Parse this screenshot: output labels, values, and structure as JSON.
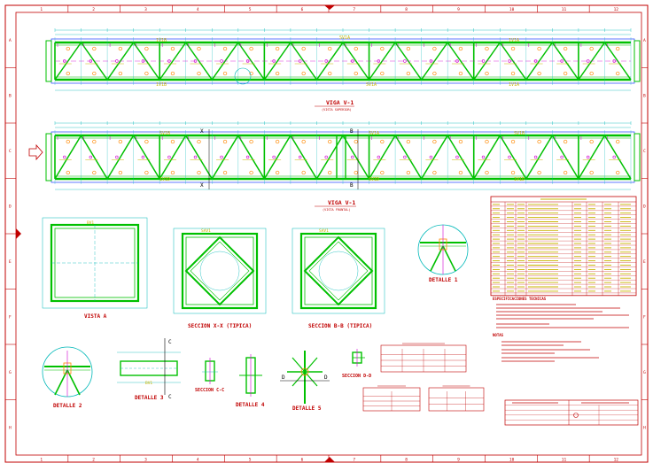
{
  "sheet": {
    "columns": [
      "1",
      "2",
      "3",
      "4",
      "5",
      "6",
      "7",
      "8",
      "9",
      "10",
      "11",
      "12"
    ],
    "rows": [
      "A",
      "B",
      "C",
      "D",
      "E",
      "F",
      "G",
      "H"
    ]
  },
  "views": {
    "viga_top_title": "VIGA V-1",
    "viga_top_sub": "(VISTA SUPERIOR)",
    "viga_front_title": "VIGA V-1",
    "viga_front_sub": "(VISTA FRONTAL)",
    "vista_a": "VISTA A",
    "seccion_xx": "SECCION X-X (TIPICA)",
    "seccion_bb": "SECCION B-B (TIPICA)",
    "detalle_1": "DETALLE 1",
    "detalle_2": "DETALLE 2",
    "detalle_3": "DETALLE 3",
    "seccion_cc": "SECCION C-C",
    "detalle_4": "DETALLE 4",
    "detalle_5": "DETALLE 5",
    "seccion_dd": "SECCION D-D"
  },
  "member_marks": {
    "m1": "1V1B",
    "m2": "SV1A",
    "m3": "1V1A",
    "m4": "SV1B",
    "m5": "1V1D",
    "m6": "SV1D",
    "m7": "SAV1",
    "m8": "BV1",
    "m9": "B",
    "m10": "X",
    "m11": "C",
    "m12": "D"
  },
  "notes": {
    "specs_title": "ESPECIFICACIONES TECNICAS",
    "notas_title": "NOTAS"
  },
  "colors": {
    "frame": "#c00000",
    "outline": "#2040ff",
    "steel": "#00c000",
    "dimension": "#00b8b8",
    "weld": "#ff8800",
    "bolt": "#d000d0",
    "callout": "#c8b400"
  }
}
